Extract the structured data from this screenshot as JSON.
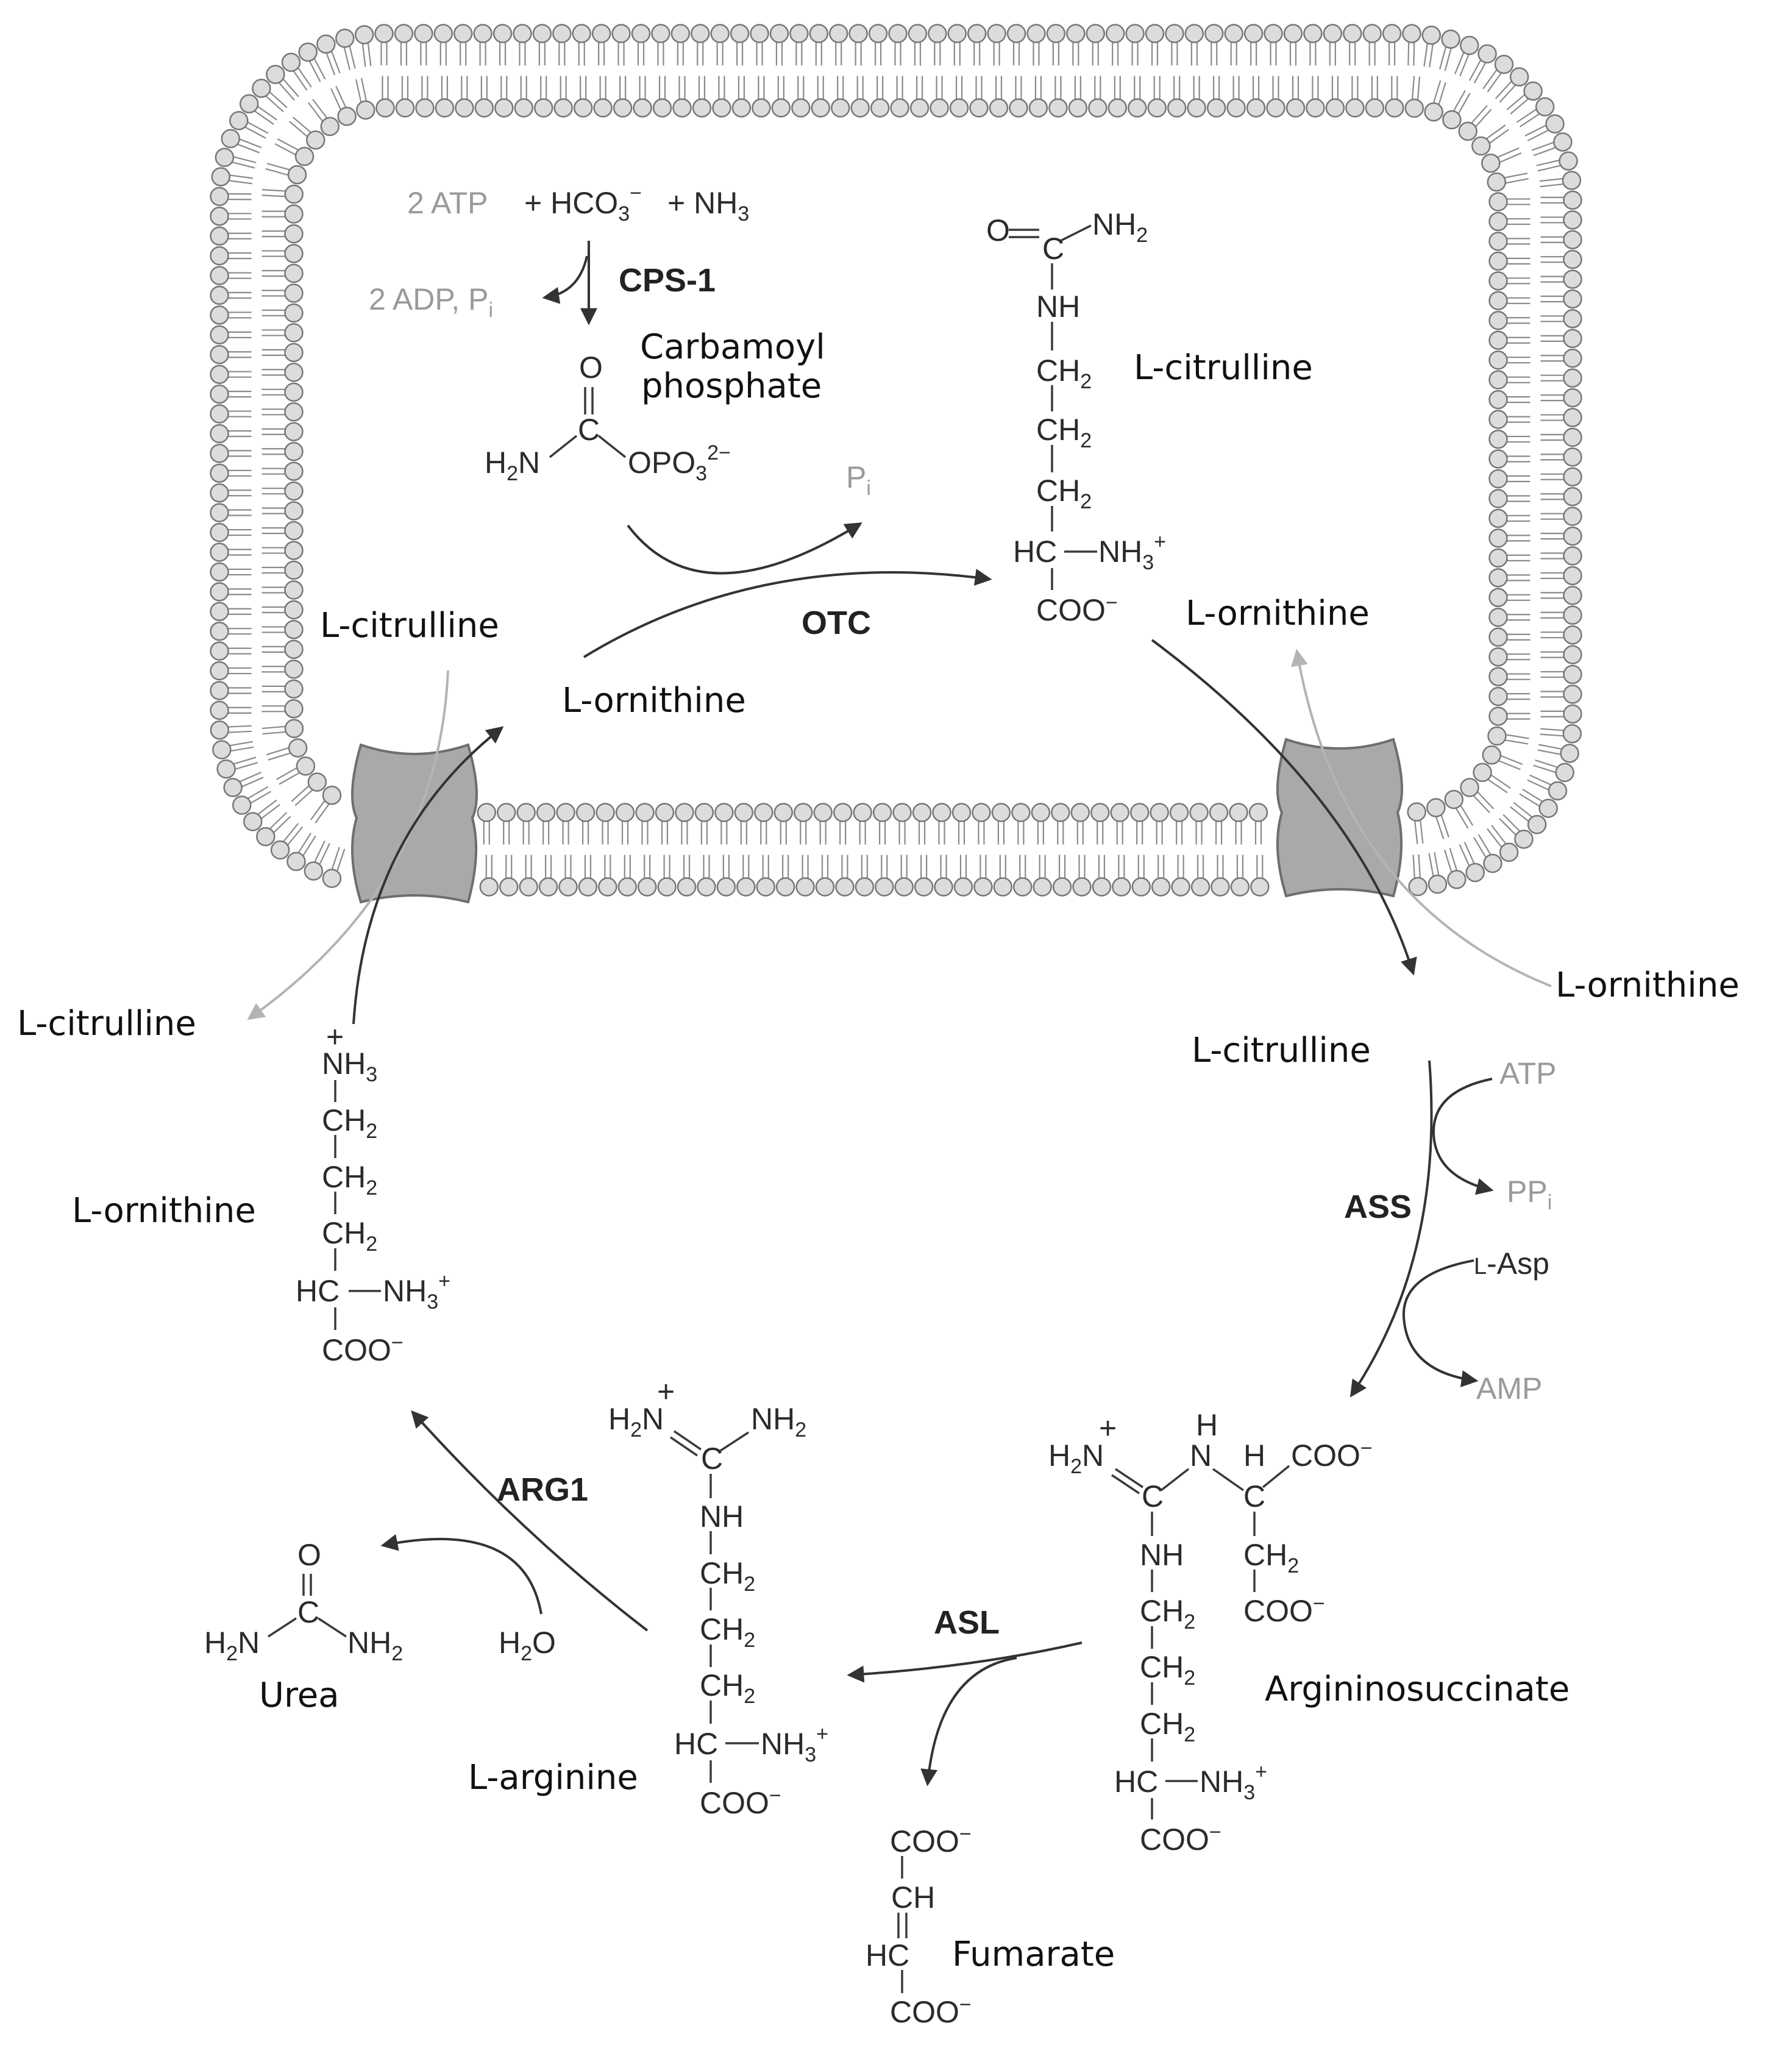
{
  "labels": {
    "carbamoyl_phosphate_1": "Carbamoyl",
    "carbamoyl_phosphate_2": "phosphate",
    "citrulline_in_mito": "L-citrulline",
    "citrulline_mito_left": "L-citrulline",
    "ornithine_mito_left": "L-ornithine",
    "ornithine_mito_right": "L-ornithine",
    "citrulline_out_left": "L-citrulline",
    "ornithine_out_right": "L-ornithine",
    "citrulline_out_right": "L-citrulline",
    "ornithine_cyto": "L-ornithine",
    "urea": "Urea",
    "arginine": "L-arginine",
    "argininosuccinate": "Argininosuccinate",
    "fumarate": "Fumarate"
  },
  "enzymes": {
    "cps1": "CPS-1",
    "otc": "OTC",
    "ass": "ASS",
    "arg1": "ARG1",
    "asl": "ASL"
  },
  "cofactors": {
    "atp2": "2 ATP",
    "hco3": "+ HCO",
    "nh3": "+ NH",
    "adp_pi": "2 ADP, P",
    "pi": "P",
    "atp": "ATP",
    "ppi": "PP",
    "asp_prefix": "L",
    "asp": "-Asp",
    "amp": "AMP",
    "h2o": "H",
    "h2o_o": "O"
  },
  "colors": {
    "membrane_head": "#dcdcdc",
    "membrane_outline": "#777777",
    "transporter": "#a9a9a9",
    "cofactor_grey": "#9a9a9a"
  }
}
